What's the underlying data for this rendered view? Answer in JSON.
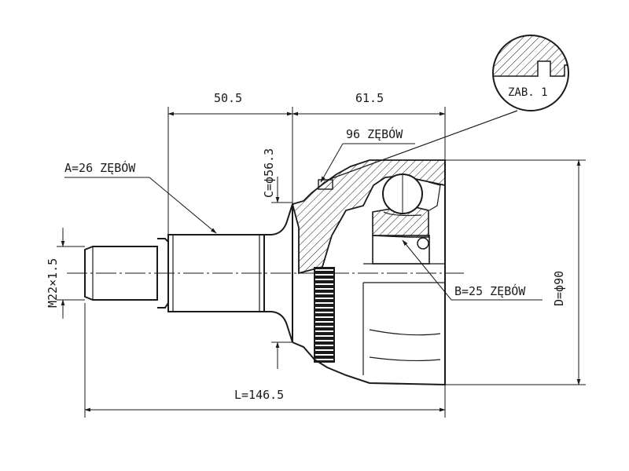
{
  "dimensions": {
    "left_length": "50.5",
    "right_length": "61.5",
    "total_length": "L=146.5",
    "outer_diameter": "D=ϕ90",
    "bell_diameter": "C=ϕ56.3",
    "thread": "M22×1.5"
  },
  "callouts": {
    "splines_a": "A=26 ZĘBÓW",
    "splines_b": "B=25 ZĘBÓW",
    "abs_teeth": "96 ZĘBÓW",
    "detail_label": "ZAB. 1"
  }
}
